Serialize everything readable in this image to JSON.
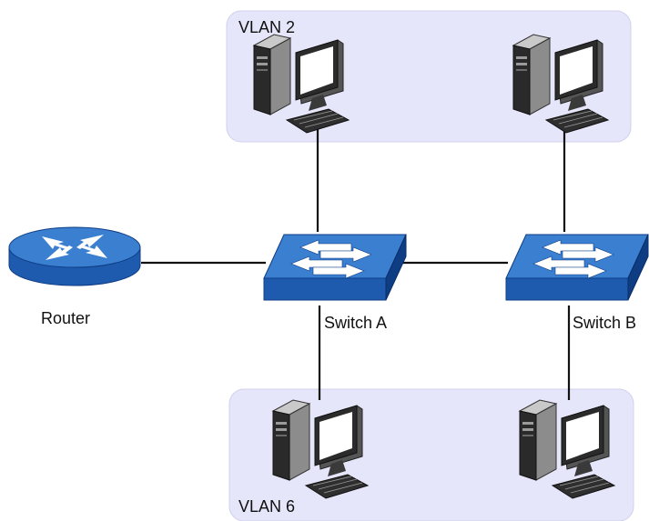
{
  "vlans": [
    {
      "id": "vlan-2",
      "label": "VLAN 2"
    },
    {
      "id": "vlan-6",
      "label": "VLAN 6"
    }
  ],
  "devices": {
    "router": {
      "label": "Router"
    },
    "switch_a": {
      "label": "Switch A"
    },
    "switch_b": {
      "label": "Switch B"
    },
    "pcs": [
      {
        "id": "pc-vlan2-left"
      },
      {
        "id": "pc-vlan2-right"
      },
      {
        "id": "pc-vlan6-left"
      },
      {
        "id": "pc-vlan6-right"
      }
    ]
  },
  "connections": [
    {
      "from": "router",
      "to": "switch_a"
    },
    {
      "from": "switch_a",
      "to": "switch_b"
    },
    {
      "from": "switch_a",
      "to": "pc-vlan2-left"
    },
    {
      "from": "switch_b",
      "to": "pc-vlan2-right"
    },
    {
      "from": "switch_a",
      "to": "pc-vlan6-left"
    },
    {
      "from": "switch_b",
      "to": "pc-vlan6-right"
    }
  ],
  "colors": {
    "vlan_fill": "#E6E6FA",
    "vlan_border": "#C8C8E8",
    "device_blue": "#1E5BAE",
    "device_blue_dark": "#0E3D84",
    "device_blue_light": "#3B7FD0",
    "wire": "#111111"
  }
}
